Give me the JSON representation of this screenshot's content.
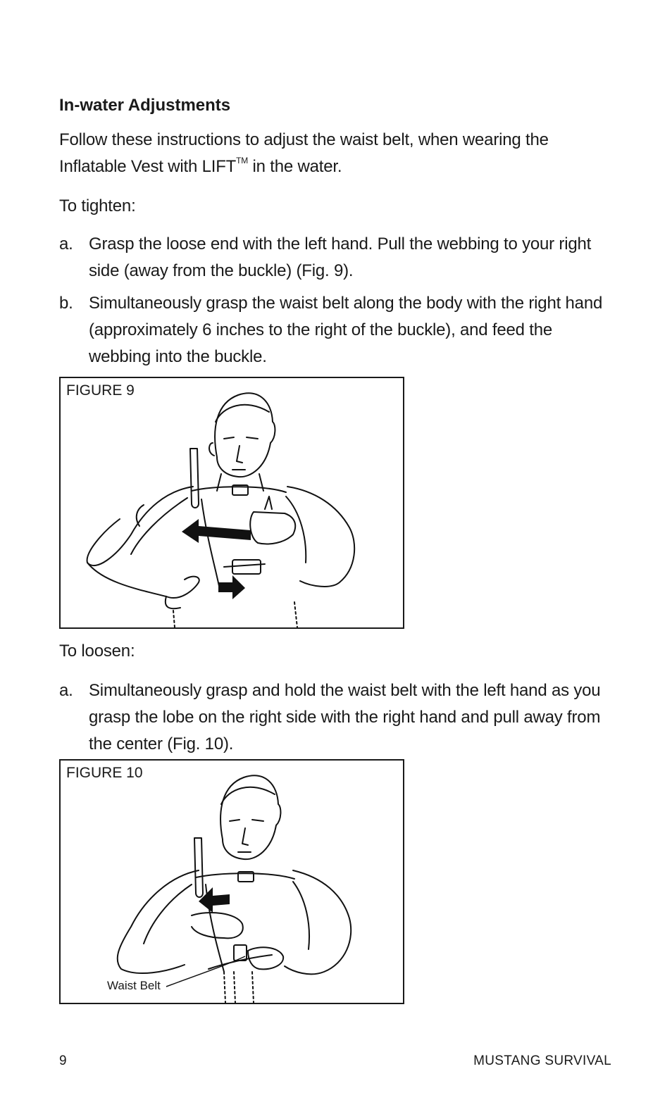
{
  "heading": "In-water Adjustments",
  "intro": {
    "before": "Follow these instructions to adjust the waist belt, when wearing the Inflatable Vest with LIFT",
    "sup": "TM",
    "after": " in the water."
  },
  "tighten": {
    "title": "To tighten:",
    "steps": [
      {
        "marker": "a.",
        "text": "Grasp the loose end with the left hand. Pull the webbing to your right side (away from the buckle) (Fig. 9)."
      },
      {
        "marker": "b.",
        "text": "Simultaneously grasp the waist belt along the body with the right hand (approximately 6 inches to the right of the buckle), and feed the webbing into the buckle."
      }
    ]
  },
  "figure9": {
    "label": "FIGURE 9"
  },
  "loosen": {
    "title": "To loosen:",
    "steps": [
      {
        "marker": "a.",
        "text": "Simultaneously grasp and hold the waist belt with the left hand as you grasp the lobe on the right side with the right hand and pull away from the center (Fig. 10)."
      }
    ]
  },
  "figure10": {
    "label": "FIGURE 10",
    "callout": "Waist Belt"
  },
  "footer": {
    "page_number": "9",
    "brand": "MUSTANG SURVIVAL"
  }
}
